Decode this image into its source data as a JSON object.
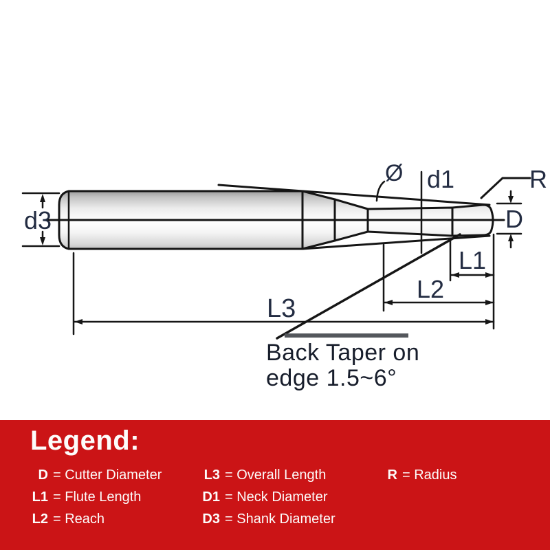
{
  "diagram": {
    "labels": {
      "d3": "d3",
      "phi": "Ø",
      "d1": "d1",
      "r": "R",
      "d": "D",
      "l1": "L1",
      "l2": "L2",
      "l3": "L3"
    },
    "note": {
      "line1": "Back Taper on",
      "line2": "edge 1.5~6°"
    },
    "colors": {
      "outline": "#151515",
      "label_text": "#232c42",
      "note_text": "#171d2b",
      "callout_bar": "#54575c"
    }
  },
  "legend": {
    "title": "Legend:",
    "background": "#cb1416",
    "text_color": "#fdfcfb",
    "columns": [
      {
        "items": [
          {
            "key": "D",
            "desc": "= Cutter Diameter"
          },
          {
            "key": "L1",
            "desc": "= Flute Length"
          },
          {
            "key": "L2",
            "desc": "= Reach"
          }
        ]
      },
      {
        "items": [
          {
            "key": "L3",
            "desc": "= Overall Length"
          },
          {
            "key": "D1",
            "desc": "= Neck Diameter"
          },
          {
            "key": "D3",
            "desc": "= Shank Diameter"
          }
        ]
      },
      {
        "items": [
          {
            "key": "R",
            "desc": "= Radius"
          }
        ]
      }
    ]
  }
}
